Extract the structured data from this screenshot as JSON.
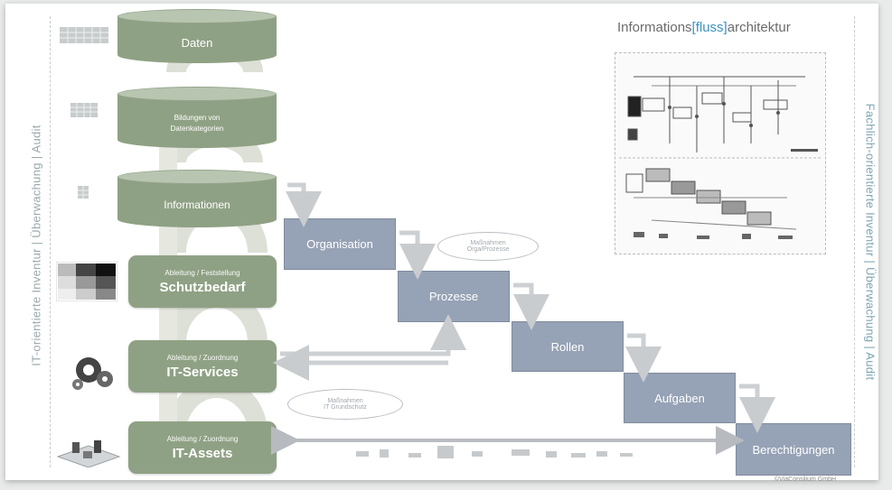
{
  "title": {
    "prefix": "Informations",
    "accent": "[fluss]",
    "suffix": "architektur"
  },
  "left_vertical_text": "IT-orientierte Inventur | Überwachung | Audit",
  "right_vertical_text": "Fachlich-orientierte Inventur | Überwachung | Audit",
  "cylinders": [
    {
      "label": "Daten"
    },
    {
      "label": "Bildungen von Datenkategorien"
    },
    {
      "label": "Informationen"
    }
  ],
  "boxes": [
    {
      "small": "Ableitung / Feststellung",
      "label": "Schutzbedarf"
    },
    {
      "small": "Ableitung / Zuordnung",
      "label": "IT-Services"
    },
    {
      "small": "Ableitung / Zuordnung",
      "label": "IT-Assets"
    }
  ],
  "steps": [
    {
      "label": "Organisation"
    },
    {
      "label": "Prozesse"
    },
    {
      "label": "Rollen"
    },
    {
      "label": "Aufgaben"
    },
    {
      "label": "Berechtigungen"
    }
  ],
  "ovals": [
    {
      "line1": "Maßnahmen",
      "line2": "Orga/Prozesse"
    },
    {
      "line1": "Maßnahmen",
      "line2": "IT Grundschutz"
    }
  ],
  "copyright": "©ViaConsilium GmbH",
  "colors": {
    "green": "#8fa184",
    "step_blue": "#96a2b5",
    "accent_blue": "#3a93c3"
  }
}
